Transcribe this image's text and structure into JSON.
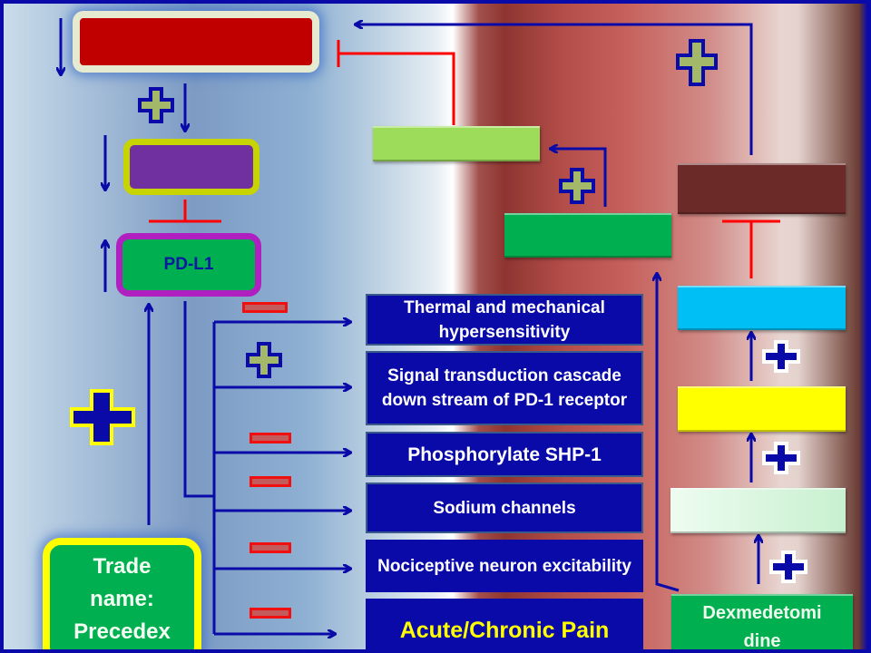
{
  "diagram": {
    "nodes": {
      "top_red": {
        "label": "",
        "color": "#c00000"
      },
      "purple": {
        "label": "",
        "color": "#7030a0"
      },
      "pdl1": {
        "label": "PD-L1",
        "color": "#00b050"
      },
      "precedex": {
        "label": "Trade name: Precedex",
        "line1": "Trade",
        "line2": "name:",
        "line3": "Precedex",
        "color": "#00b050"
      },
      "light_green": {
        "label": "",
        "color": "#9ddc5a"
      },
      "green": {
        "label": "",
        "color": "#00b050"
      },
      "dark_brown": {
        "label": "",
        "color": "#6b2a28"
      },
      "cyan": {
        "label": "",
        "color": "#00bff5"
      },
      "yellow": {
        "label": "",
        "color": "#ffff00"
      },
      "pale_green": {
        "label": "",
        "color": "#d8f5dc"
      },
      "dexmedetomidine": {
        "label": "Dexmedetomidine",
        "line1": "Dexmedetomi",
        "line2": "dine",
        "color": "#00b050"
      }
    },
    "effects": [
      {
        "label": "Thermal and mechanical hypersensitivity",
        "sign": "minus"
      },
      {
        "label": "Signal transduction cascade down stream of PD-1 receptor",
        "sign": "plus"
      },
      {
        "label": "Phosphorylate SHP-1",
        "sign": "minus"
      },
      {
        "label": "Sodium channels",
        "sign": "minus"
      },
      {
        "label": "Nociceptive neuron excitability",
        "sign": "minus"
      },
      {
        "label": "Acute/Chronic Pain",
        "sign": "minus",
        "highlight_color": "#ffff00"
      }
    ],
    "colors": {
      "activation_arrow": "#0a0aa8",
      "inhibition": "#ff0000",
      "effect_box": "#0a0aa8",
      "plus_fill": "#a4b86a",
      "minus_fill": "#c45a5a"
    }
  }
}
